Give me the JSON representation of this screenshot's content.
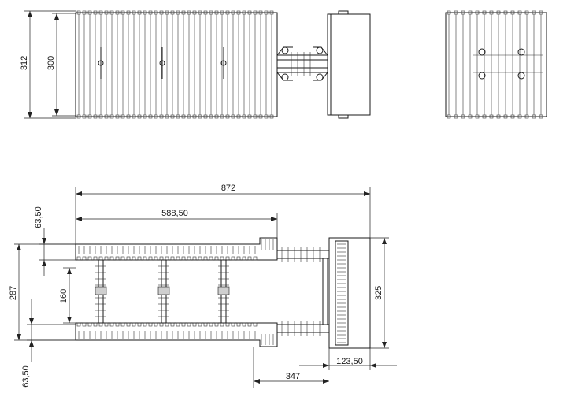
{
  "dimensions": {
    "side_total_height": "312",
    "side_inner_height": "300",
    "overall_length": "872",
    "inner_length": "588,50",
    "top_offset": "63,50",
    "total_width": "287",
    "gap_width": "160",
    "bottom_offset": "63,50",
    "end_width": "325",
    "end_depth": "123,50",
    "arm_length": "347"
  }
}
